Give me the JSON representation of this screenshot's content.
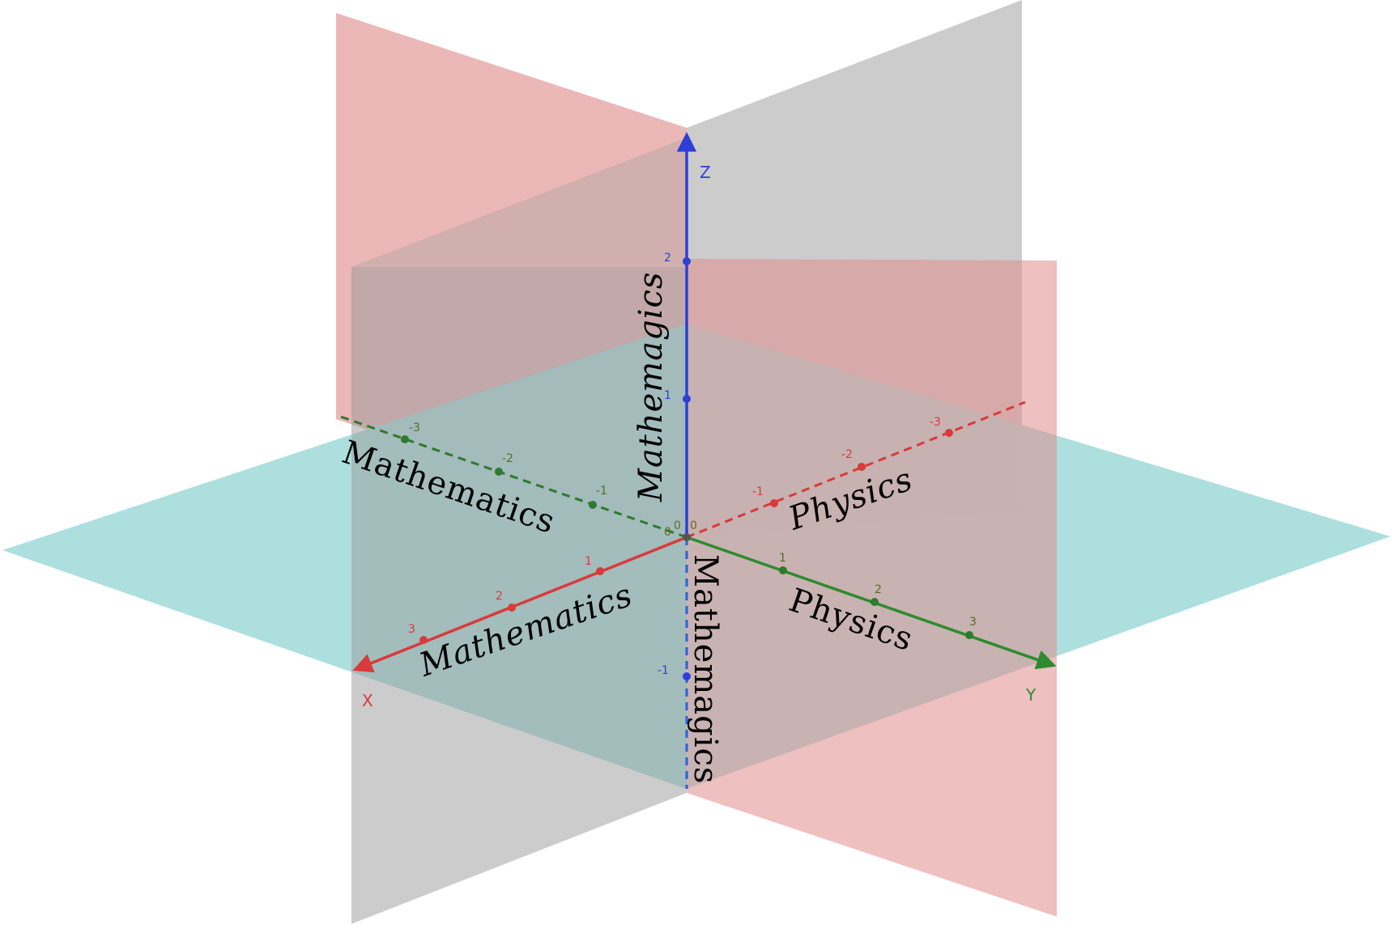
{
  "axes": {
    "x": {
      "name": "X",
      "color": "#d93a3a",
      "ticks": [
        "3",
        "2",
        "1",
        "-1",
        "-2",
        "-3"
      ]
    },
    "y": {
      "name": "Y",
      "color": "#2e8b2e",
      "ticks": [
        "1",
        "2",
        "3",
        "-1",
        "-2",
        "-3"
      ]
    },
    "z": {
      "name": "Z",
      "color": "#2d3fd8",
      "ticks": [
        "2",
        "1",
        "-1"
      ]
    },
    "origin": [
      "0",
      "0",
      "0"
    ]
  },
  "planes": {
    "xy_color": "#a9dddd",
    "xz_color": "#e8aaaa",
    "yz_color": "#bbbbbb"
  },
  "labels": {
    "z_positive": "Mathemagics",
    "z_negative": "Mathemagics",
    "x_negative": "Mathematics",
    "x_positive": "Mathematics",
    "y_negative": "Physics",
    "y_positive": "Physics"
  }
}
